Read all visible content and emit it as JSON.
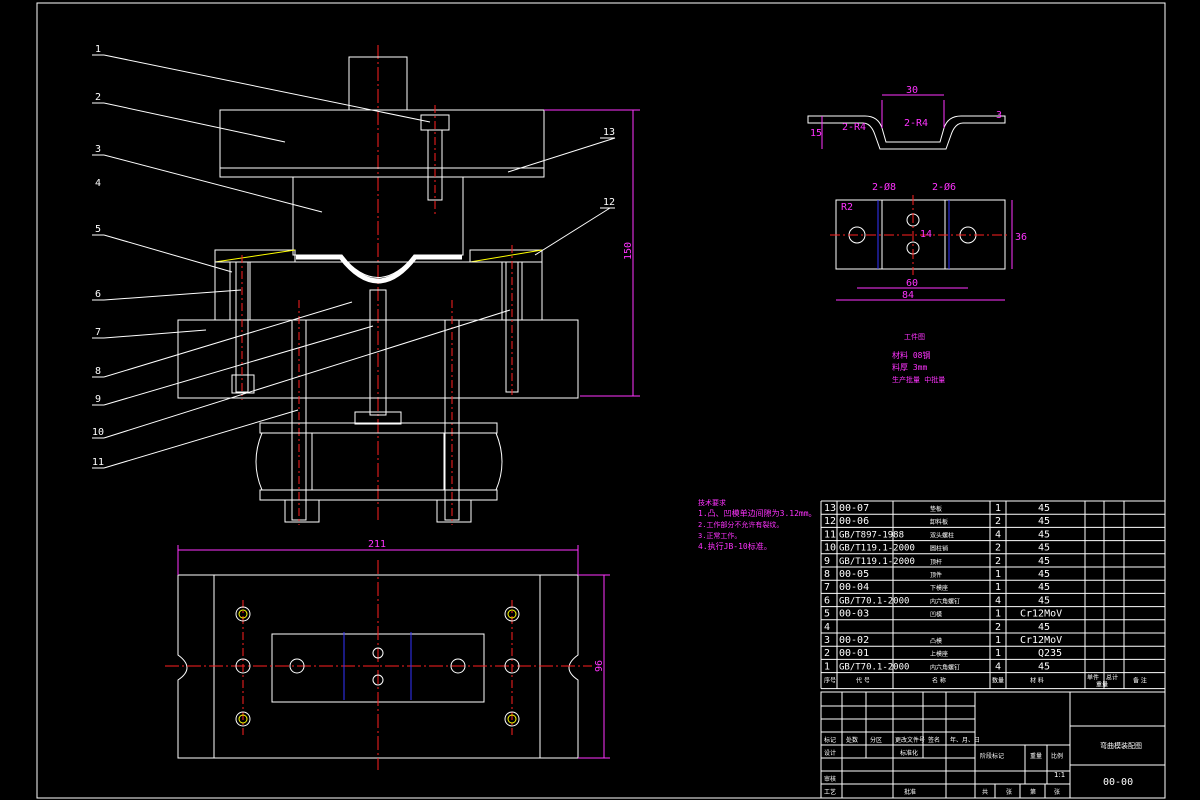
{
  "balloons": [
    "1",
    "2",
    "3",
    "4",
    "5",
    "6",
    "7",
    "8",
    "9",
    "10",
    "11",
    "12",
    "13"
  ],
  "dims": {
    "overall_height": "150",
    "bottom_width": "211",
    "bottom_height": "96"
  },
  "part_sketch": {
    "dims": [
      "30",
      "15",
      "2-R4",
      "2-R4",
      "3",
      "2-Ø8",
      "2-Ø6",
      "R2",
      "14",
      "36",
      "60",
      "84"
    ],
    "caption": "工件图",
    "notes": [
      "材料 08钢",
      "料厚 3mm",
      "生产批量 中批量"
    ]
  },
  "tech_req": {
    "title": "技术要求",
    "items": [
      "1.凸、凹模单边间隙为3.12mm。",
      "2.工作部分不允许有裂纹。",
      "3.正常工作。",
      "4.执行JB-10标准。"
    ]
  },
  "bom": [
    {
      "no": "13",
      "code": "00-07",
      "name": "垫板",
      "qty": "1",
      "mat": "45"
    },
    {
      "no": "12",
      "code": "00-06",
      "name": "卸料板",
      "qty": "2",
      "mat": "45"
    },
    {
      "no": "11",
      "code": "GB/T897-1988",
      "name": "双头螺柱",
      "qty": "4",
      "mat": "45"
    },
    {
      "no": "10",
      "code": "GB/T119.1-2000",
      "name": "圆柱销",
      "qty": "2",
      "mat": "45"
    },
    {
      "no": "9",
      "code": "GB/T119.1-2000",
      "name": "顶杆",
      "qty": "2",
      "mat": "45"
    },
    {
      "no": "8",
      "code": "00-05",
      "name": "顶件",
      "qty": "1",
      "mat": "45"
    },
    {
      "no": "7",
      "code": "00-04",
      "name": "下模座",
      "qty": "1",
      "mat": "45"
    },
    {
      "no": "6",
      "code": "GB/T70.1-2000",
      "name": "内六角螺钉",
      "qty": "4",
      "mat": "45"
    },
    {
      "no": "5",
      "code": "00-03",
      "name": "凹模",
      "qty": "1",
      "mat": "Cr12MoV"
    },
    {
      "no": "4",
      "code": "",
      "name": "",
      "qty": "2",
      "mat": "45"
    },
    {
      "no": "3",
      "code": "00-02",
      "name": "凸模",
      "qty": "1",
      "mat": "Cr12MoV"
    },
    {
      "no": "2",
      "code": "00-01",
      "name": "上模座",
      "qty": "1",
      "mat": "Q235"
    },
    {
      "no": "1",
      "code": "GB/T70.1-2000",
      "name": "内六角螺钉",
      "qty": "4",
      "mat": "45"
    }
  ],
  "bom_header": [
    "序号",
    "代  号",
    "名  称",
    "数量",
    "材  料",
    "单件",
    "总计",
    "重量",
    "备  注"
  ],
  "title_block": {
    "drawing_title": "弯曲模装配图",
    "drawing_no": "00-00",
    "scale": "1:1",
    "labels": [
      "标记",
      "处数",
      "分区",
      "更改文件号",
      "签名",
      "年、月、日",
      "设计",
      "标准化",
      "阶段标记",
      "重量",
      "比例",
      "审核",
      "工艺",
      "批准",
      "共",
      "张",
      "第",
      "张"
    ]
  }
}
